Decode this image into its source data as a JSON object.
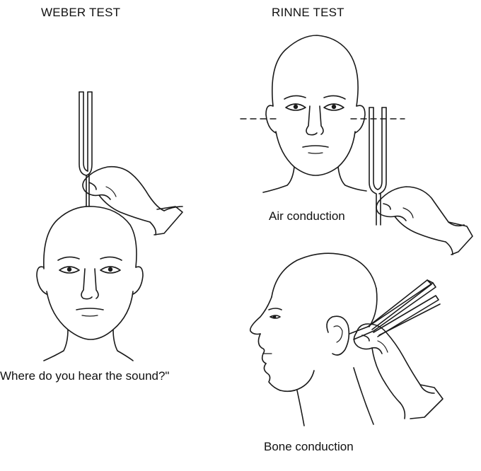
{
  "weber": {
    "title": "WEBER TEST",
    "question": "Where do you hear the sound?\""
  },
  "rinne": {
    "title": "RINNE TEST",
    "air_label": "Air conduction",
    "bone_label": "Bone conduction"
  }
}
